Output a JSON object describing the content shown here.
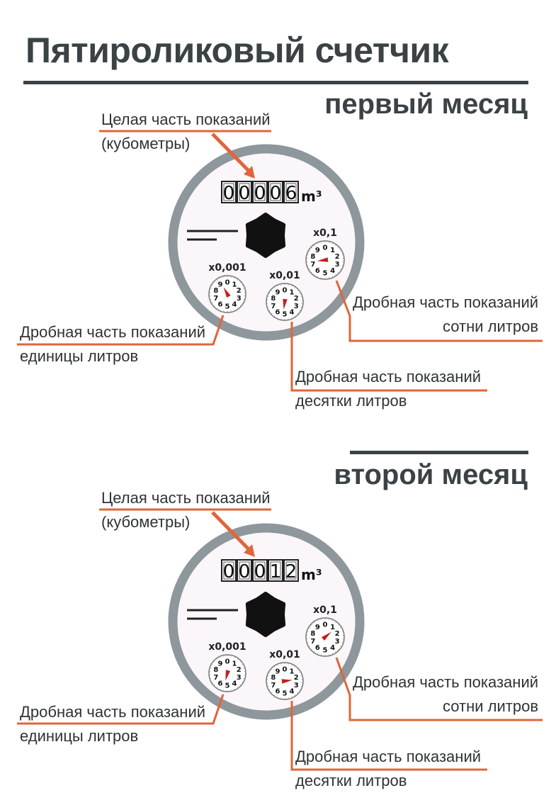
{
  "title": "Пятироликовый счетчик",
  "sections": [
    {
      "month": "первый месяц",
      "odometer": [
        "0",
        "0",
        "0",
        "0",
        "6"
      ],
      "unit": "m³",
      "integer_label": [
        "Целая часть показаний",
        "(кубометры)"
      ],
      "dials": [
        {
          "multiplier": "x0,001",
          "reading": 9.2,
          "label": [
            "Дробная часть показаний",
            "единицы литров"
          ]
        },
        {
          "multiplier": "x0,01",
          "reading": 5.2,
          "label": [
            "Дробная часть показаний",
            "десятки литров"
          ]
        },
        {
          "multiplier": "x0,1",
          "reading": 7.3,
          "label": [
            "Дробная часть показаний",
            "сотни литров"
          ]
        }
      ]
    },
    {
      "month": "второй месяц",
      "odometer": [
        "0",
        "0",
        "0",
        "1",
        "2"
      ],
      "unit": "m³",
      "integer_label": [
        "Целая часть показаний",
        "(кубометры)"
      ],
      "dials": [
        {
          "multiplier": "x0,001",
          "reading": 5.4,
          "label": [
            "Дробная часть показаний",
            "единицы литров"
          ]
        },
        {
          "multiplier": "x0,01",
          "reading": 2.3,
          "label": [
            "Дробная часть показаний",
            "десятки литров"
          ]
        },
        {
          "multiplier": "x0,1",
          "reading": 1.4,
          "label": [
            "Дробная часть показаний",
            "сотни литров"
          ]
        }
      ]
    }
  ],
  "dial_digits": [
    "0",
    "1",
    "2",
    "3",
    "4",
    "5",
    "6",
    "7",
    "8",
    "9"
  ],
  "colors": {
    "text": "#3b4245",
    "accent": "#e0653a",
    "ring": "#8e979b",
    "face": "#fbf6f9",
    "pointer": "#c41e1e"
  }
}
